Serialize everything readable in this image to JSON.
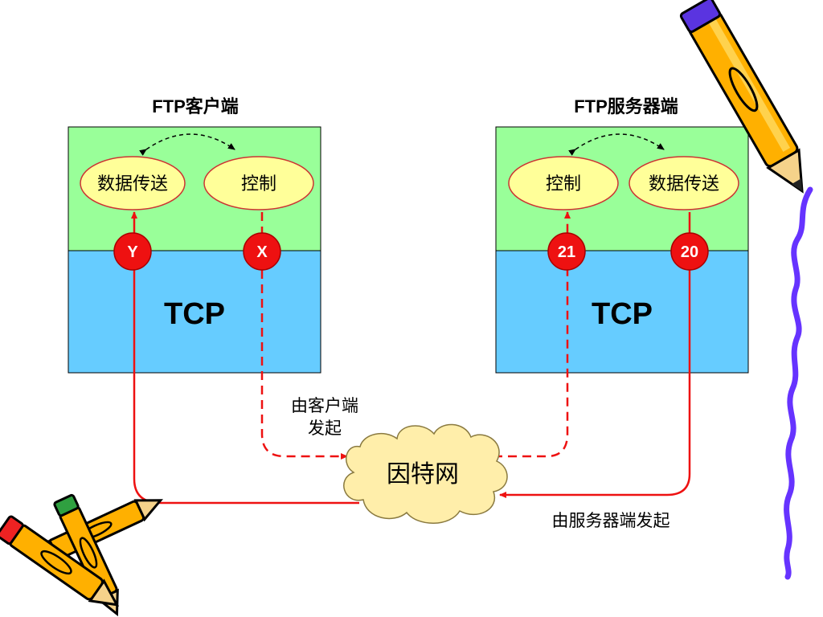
{
  "client": {
    "title": "FTP客户端",
    "data_transfer": "数据传送",
    "control": "控制",
    "port_data": "Y",
    "port_control": "X",
    "tcp": "TCP"
  },
  "server": {
    "title": "FTP服务器端",
    "control": "控制",
    "data_transfer": "数据传送",
    "port_control": "21",
    "port_data": "20",
    "tcp": "TCP"
  },
  "internet": {
    "label": "因特网"
  },
  "notes": {
    "client_initiated_line1": "由客户端",
    "client_initiated_line2": "发起",
    "server_initiated": "由服务器端发起"
  },
  "colors": {
    "app_layer": "#99ff99",
    "tcp_layer": "#66ccff",
    "oval": "#ffff99",
    "oval_border": "#cc3333",
    "port": "#ee1111",
    "arrow": "#ee1111",
    "cloud": "#ffeeaa",
    "squiggle": "#6633ff"
  },
  "decorations": {
    "top_right": "pencil-icon",
    "bottom_left": "crossed-pencils-icon",
    "right_edge": "squiggle-line"
  }
}
